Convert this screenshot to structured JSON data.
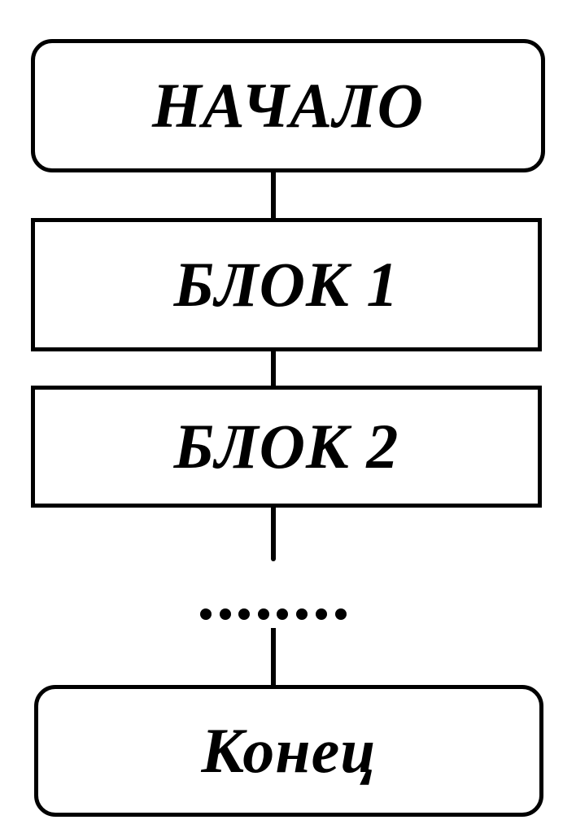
{
  "diagram": {
    "start_label": "НАЧАЛО",
    "block1_label": "БЛОК 1",
    "block2_label": "БЛОК 2",
    "ellipsis": "........",
    "end_label": "Конец"
  }
}
